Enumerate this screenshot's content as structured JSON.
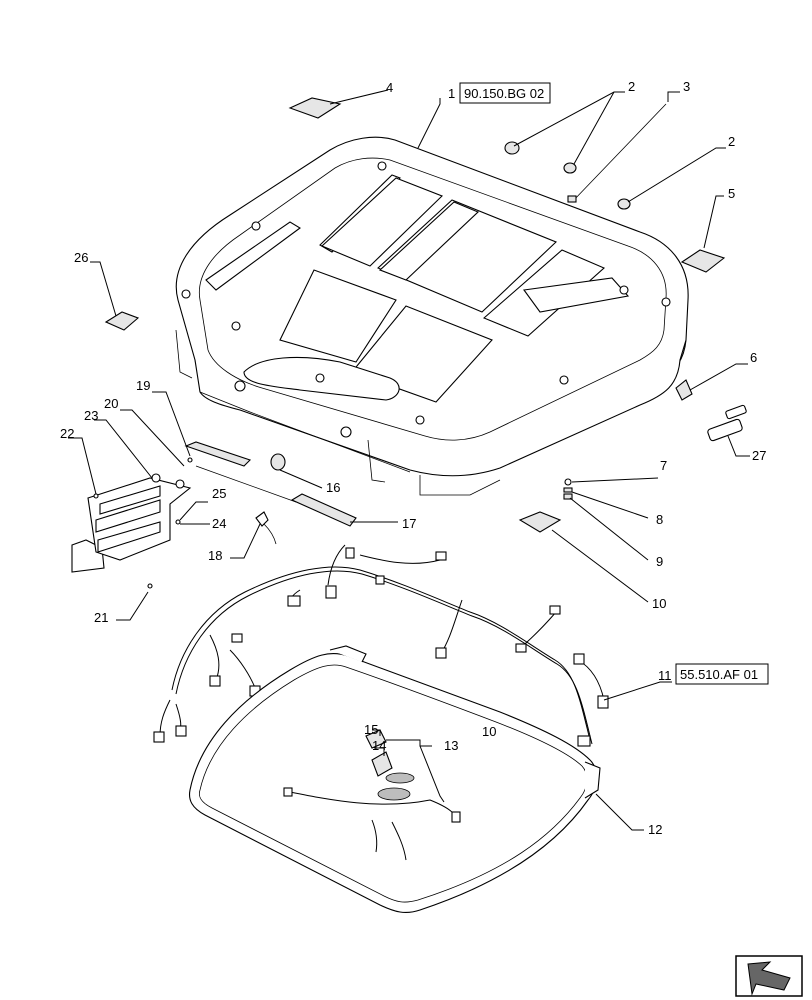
{
  "callouts": {
    "c1": "1",
    "c2a": "2",
    "c2b": "2",
    "c3": "3",
    "c4": "4",
    "c5": "5",
    "c6": "6",
    "c7": "7",
    "c8": "8",
    "c9": "9",
    "c10": "10",
    "c10b": "10",
    "c11": "11",
    "c12": "12",
    "c13": "13",
    "c14": "14",
    "c15": "15",
    "c16": "16",
    "c17": "17",
    "c18": "18",
    "c19": "19",
    "c20": "20",
    "c21": "21",
    "c22": "22",
    "c23": "23",
    "c24": "24",
    "c25": "25",
    "c26": "26",
    "c27": "27"
  },
  "references": {
    "roof_ref": "90.150.BG 02",
    "harness_ref": "55.510.AF 01"
  },
  "icons": {
    "nav": "page-navigation-arrow-icon"
  }
}
